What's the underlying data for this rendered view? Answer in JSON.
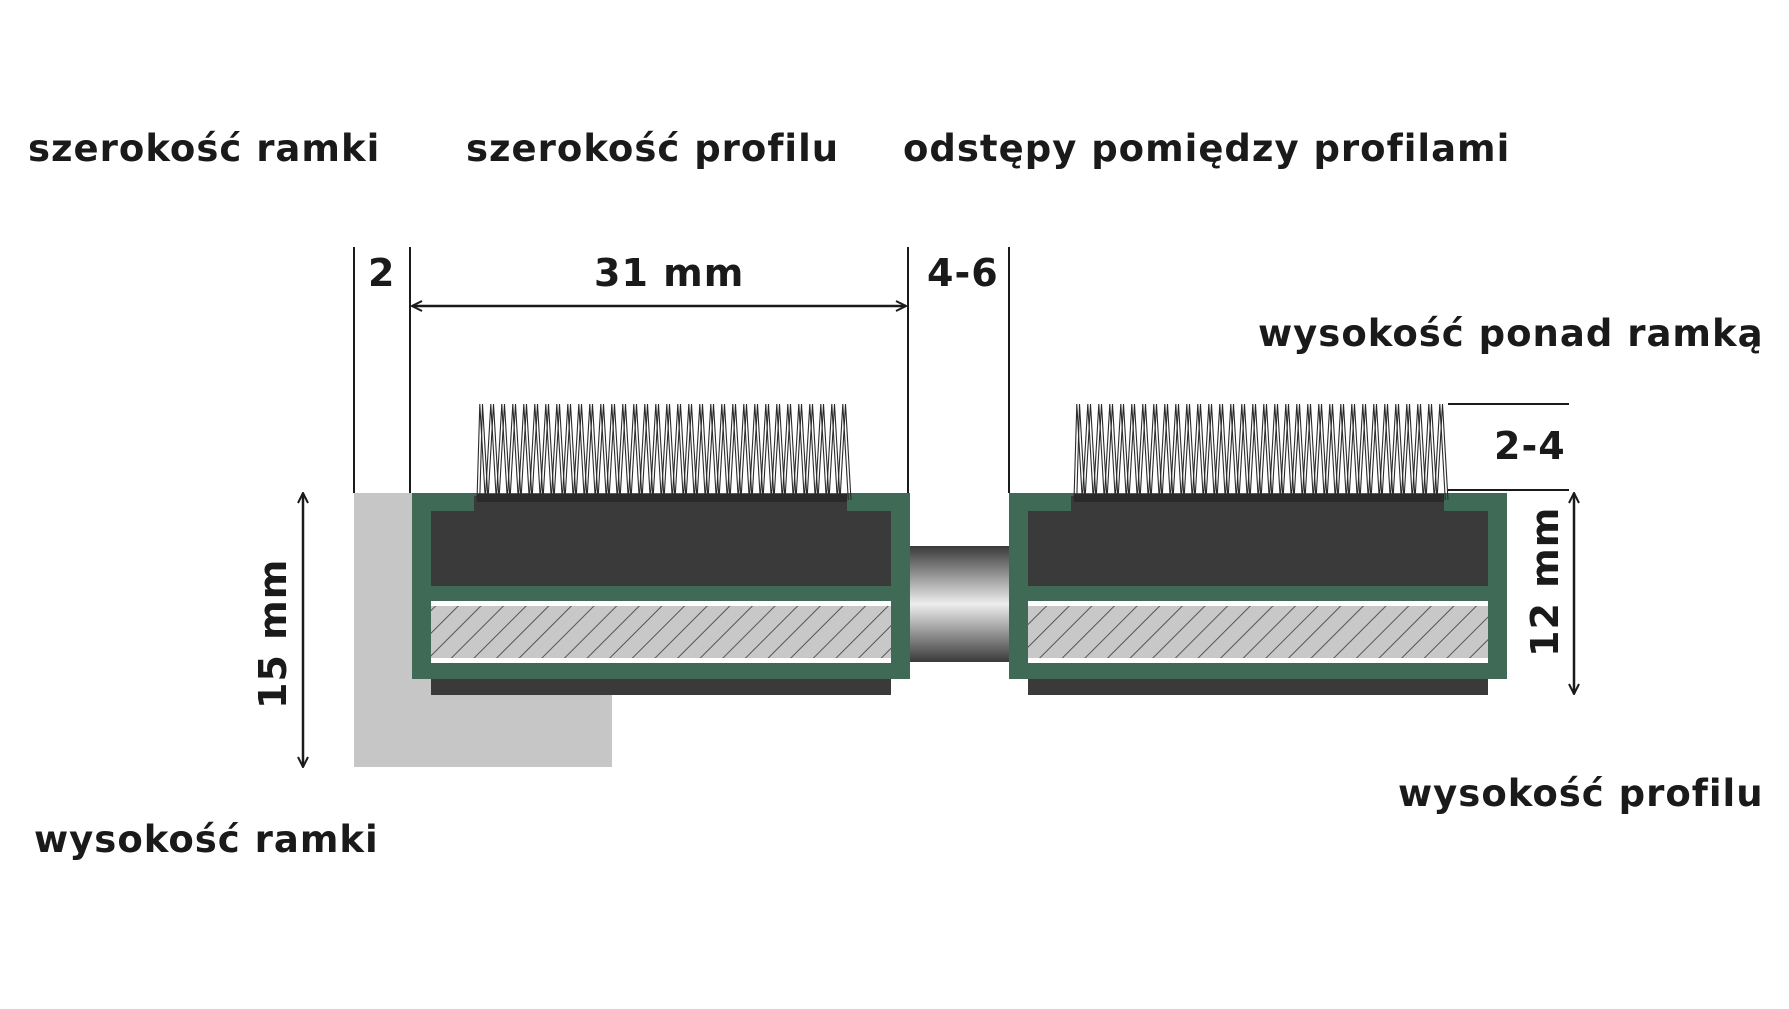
{
  "labels": {
    "frame_width": "szerokość ramki",
    "profile_width": "szerokość profilu",
    "profile_gap": "odstępy pomiędzy profilami",
    "height_above_frame": "wysokość ponad ramką",
    "frame_height": "wysokość ramki",
    "profile_height": "wysokość profilu"
  },
  "dimensions": {
    "frame_width": "2",
    "profile_width": "31 mm",
    "profile_gap": "4-6",
    "height_above_frame": "2-4",
    "frame_height": "15 mm",
    "profile_height": "12 mm"
  },
  "colors": {
    "profile_frame": "#3f6b56",
    "rubber_insert": "#3b3a3b",
    "hatch_fill": "#c8c8c8",
    "aluminium_frame": "#c6c6c6",
    "line": "#1a1a1a",
    "connector_dark": "#3a3a3a",
    "connector_light": "#e8e8e8"
  }
}
